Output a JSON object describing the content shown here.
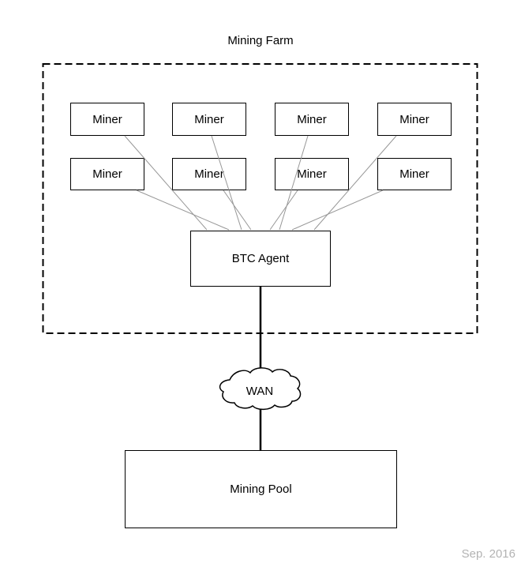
{
  "title": "Mining Farm",
  "farm": {
    "miners": [
      "Miner",
      "Miner",
      "Miner",
      "Miner",
      "Miner",
      "Miner",
      "Miner",
      "Miner"
    ],
    "agent_label": "BTC Agent"
  },
  "network": {
    "wan_label": "WAN"
  },
  "pool": {
    "label": "Mining Pool"
  },
  "footer": {
    "date": "Sep. 2016"
  },
  "colors": {
    "border_black": "#000000",
    "connector_gray": "#979797",
    "date_gray": "#b3b3b3",
    "background": "#ffffff"
  }
}
